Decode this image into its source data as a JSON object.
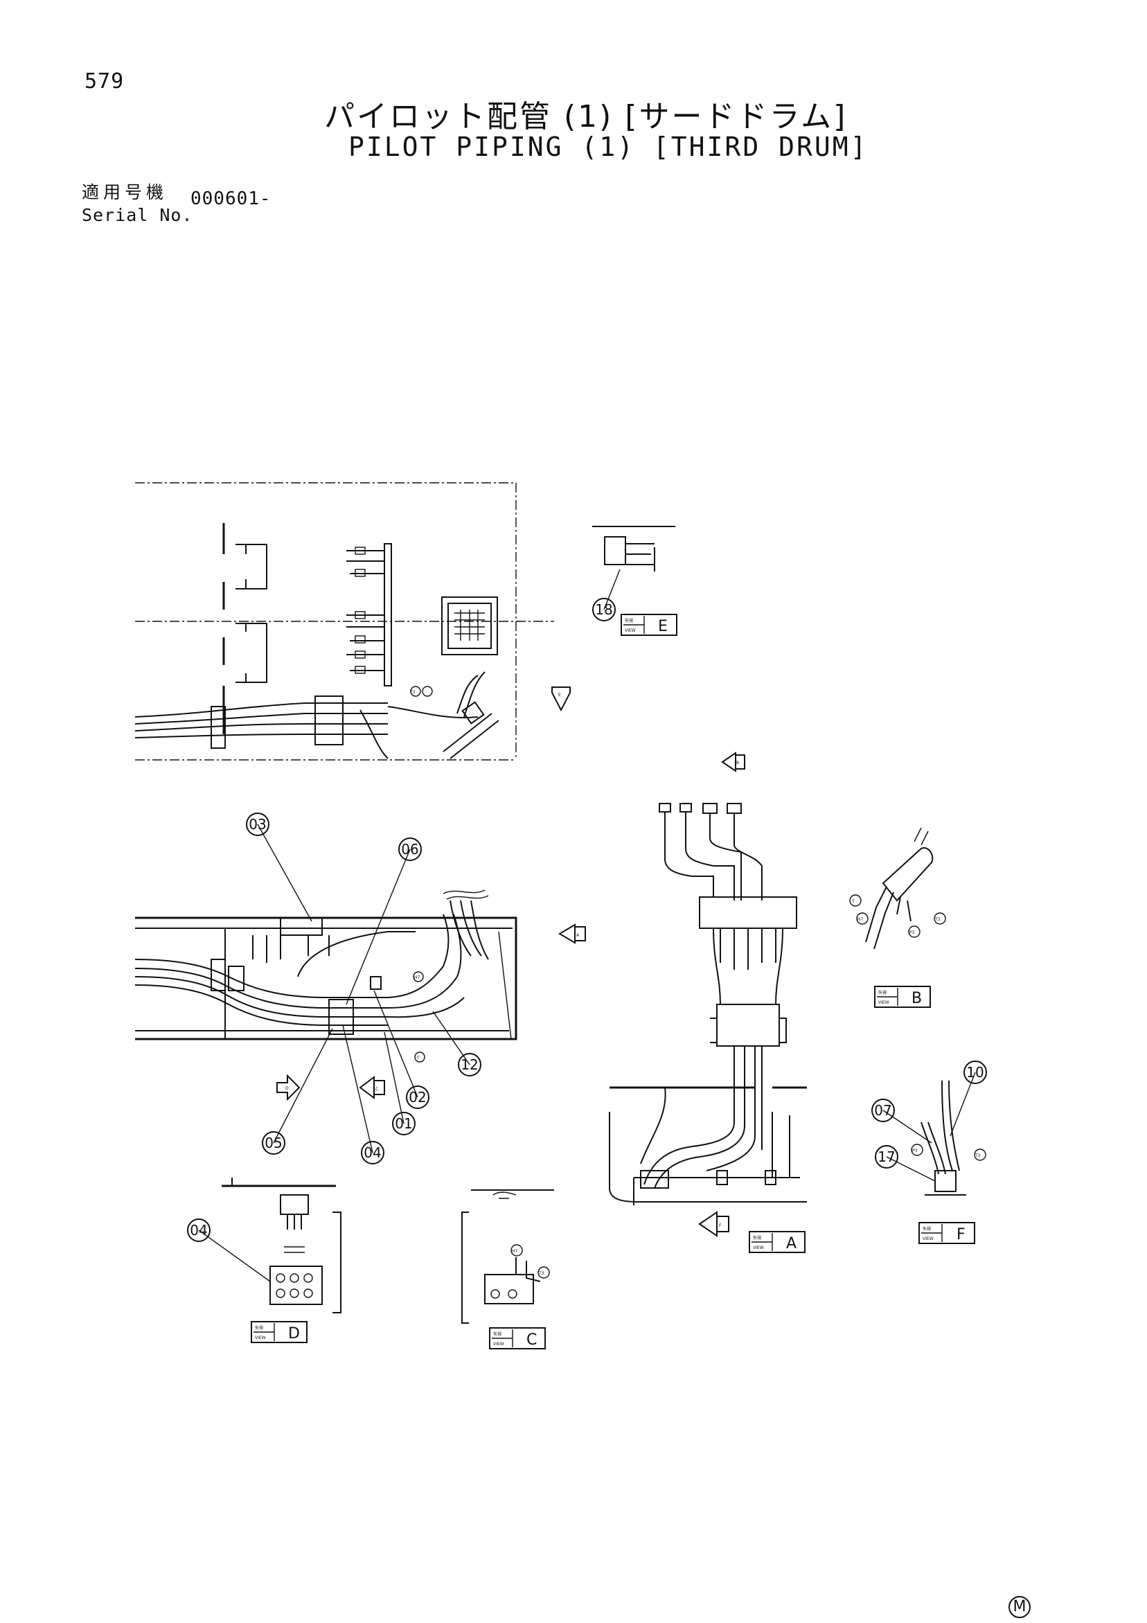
{
  "header": {
    "page_number": "579",
    "title_jp": "パイロット配管 (1) [サードドラム]",
    "title_en": "PILOT PIPING (1) [THIRD DRUM]"
  },
  "serial": {
    "label_jp": "適用号機",
    "label_en": "Serial No.",
    "value": "000601-"
  },
  "callouts": [
    "18",
    "03",
    "06",
    "12",
    "02",
    "01",
    "05",
    "04",
    "04",
    "10",
    "07",
    "17"
  ],
  "view_labels": {
    "view_a": "A",
    "view_b": "B",
    "view_c": "C",
    "view_d": "D",
    "view_e": "E",
    "view_f": "F",
    "box_top": "矢視",
    "box_bottom": "VIEW"
  },
  "arrow_letters": {
    "arrow_e": "E",
    "arrow_b": "B",
    "arrow_a": "A",
    "arrow_d": "D",
    "arrow_c": "C",
    "arrow_f": "F"
  },
  "port_labels": {
    "p_b_t": "T",
    "p_b_h7": "H7",
    "p_b_p3": "P3",
    "p_b_t3": "T3",
    "p_f_p3": "P3",
    "p_f_t3": "T3",
    "p_c_h7": "H7",
    "p_c_t3": "T3",
    "p_main_h7": "H7",
    "p_main_t": "T",
    "p_top_t3": "T3"
  },
  "footer": {
    "mark": "M"
  }
}
